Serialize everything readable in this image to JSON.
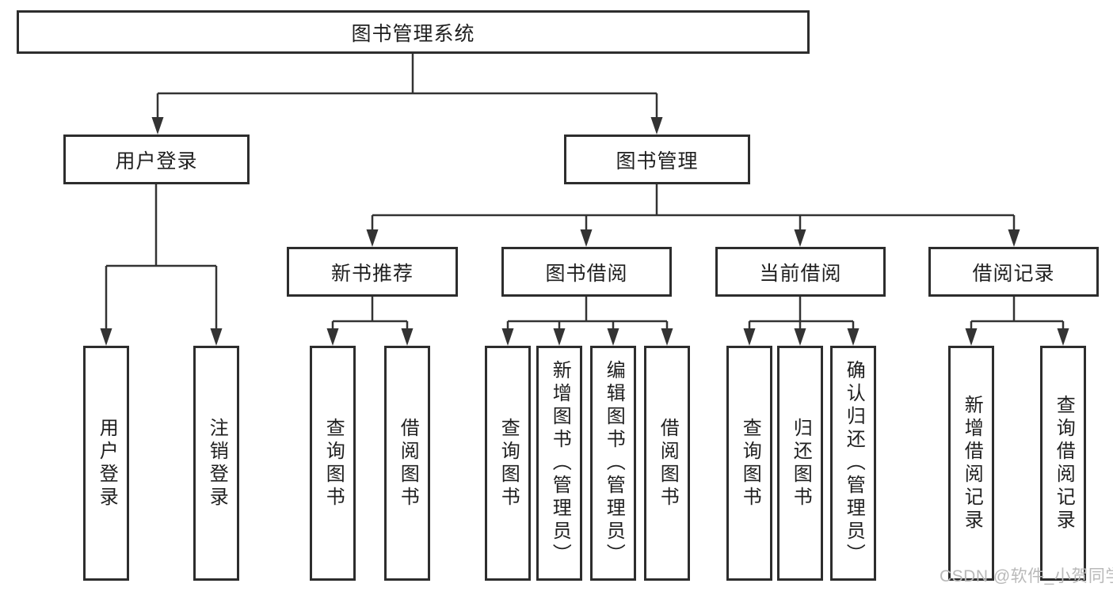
{
  "colors": {
    "line": "#333333",
    "box_border": "#2d2d2d",
    "text": "#1f1f1f",
    "background": "#ffffff",
    "watermark": "#b9b9b9"
  },
  "tree": {
    "root": {
      "label": "图书管理系统"
    },
    "branches": [
      {
        "label": "用户登录",
        "children": [
          "用户登录",
          "注销登录"
        ]
      },
      {
        "label": "图书管理",
        "sections": [
          {
            "label": "新书推荐",
            "children": [
              "查询图书",
              "借阅图书"
            ]
          },
          {
            "label": "图书借阅",
            "children": [
              "查询图书",
              "新增图书（管理员）",
              "编辑图书（管理员）",
              "借阅图书"
            ]
          },
          {
            "label": "当前借阅",
            "children": [
              "查询图书",
              "归还图书",
              "确认归还（管理员）"
            ]
          },
          {
            "label": "借阅记录",
            "children": [
              "新增借阅记录",
              "查询借阅记录"
            ]
          }
        ]
      }
    ]
  },
  "watermark": {
    "text": "CSDN @软件_小贺同学"
  }
}
